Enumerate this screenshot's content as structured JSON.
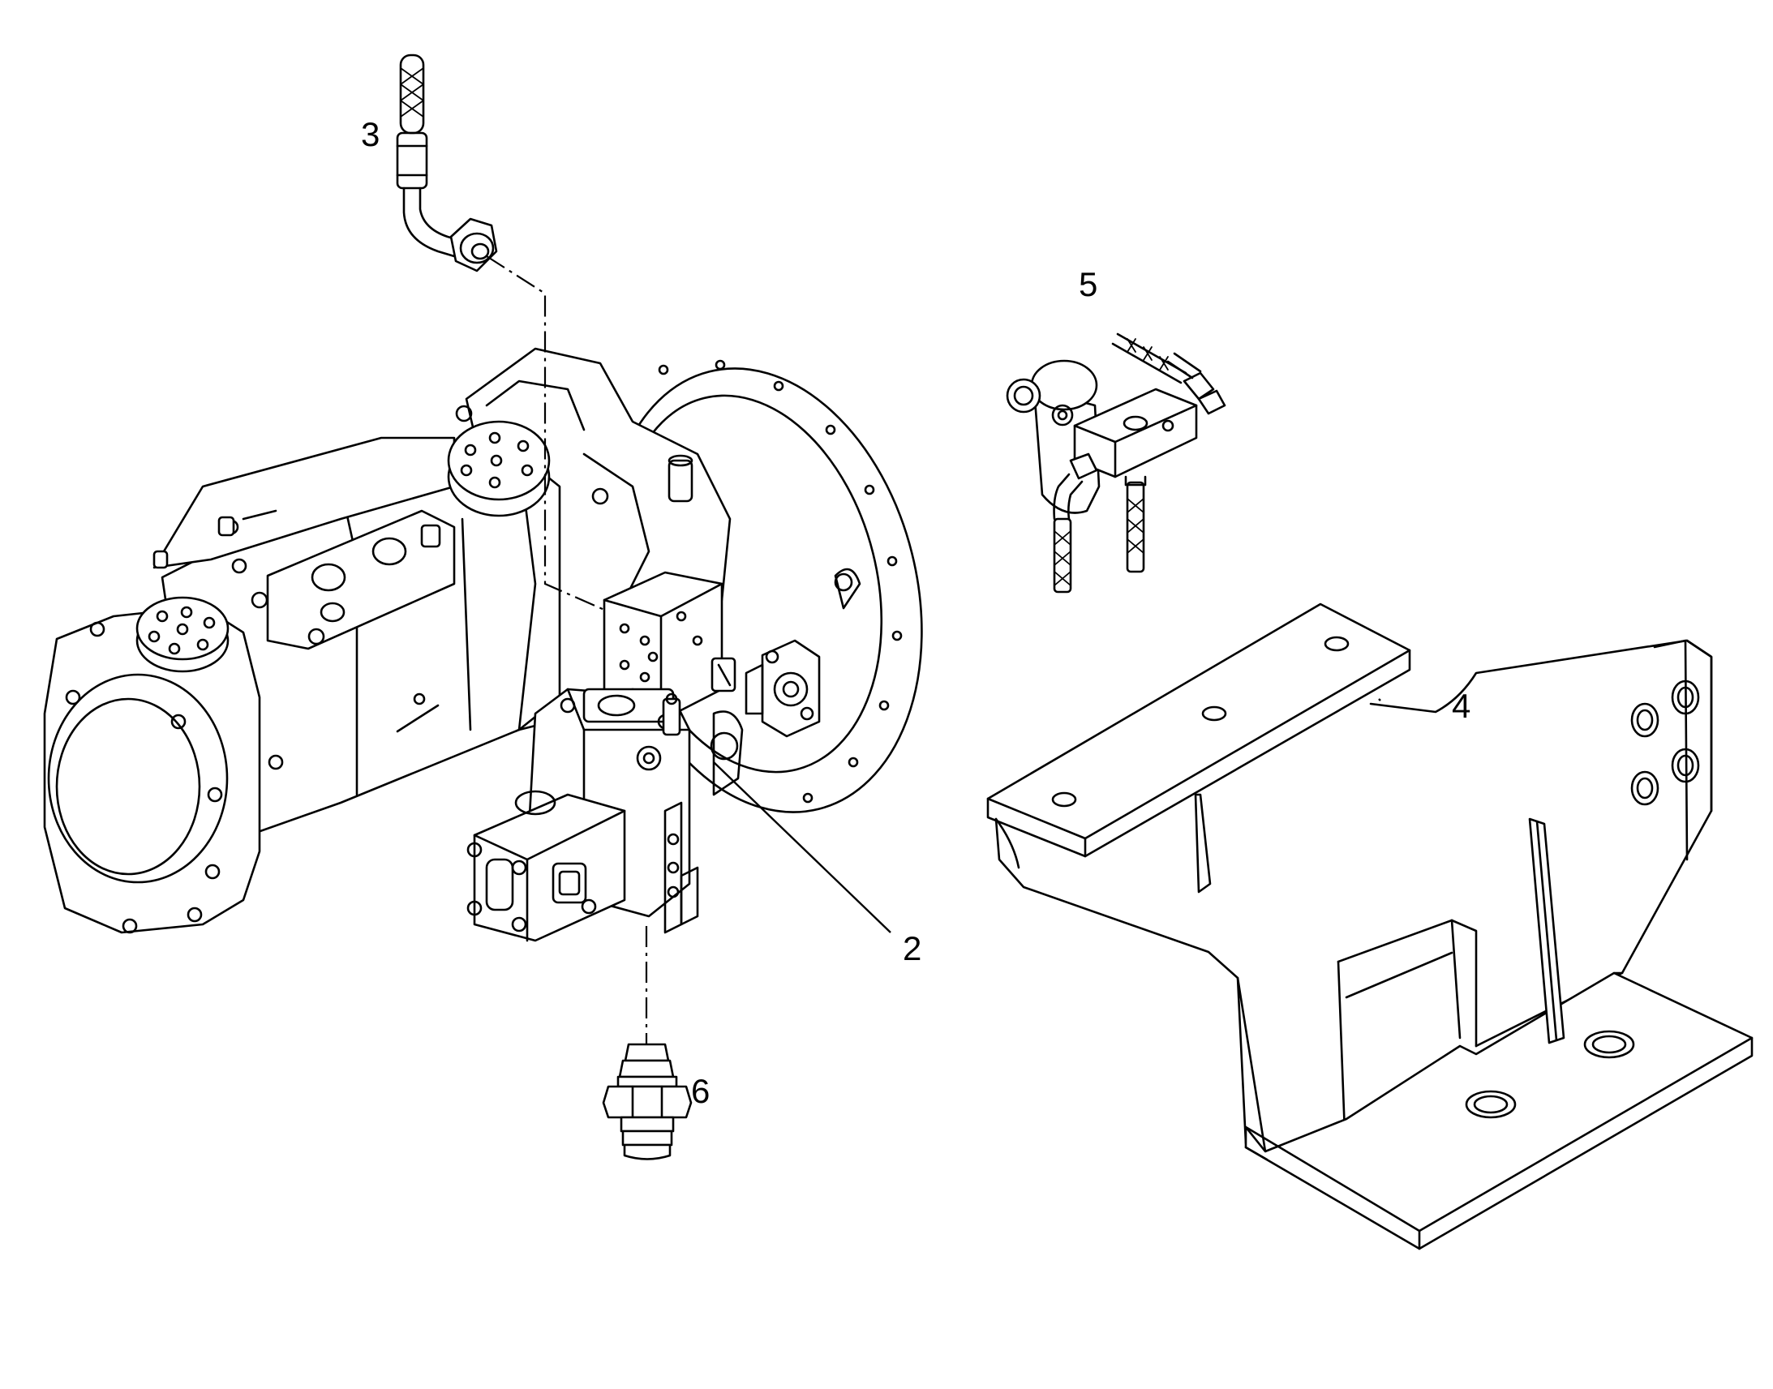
{
  "callouts": {
    "item_2": "2",
    "item_3": "3",
    "item_4": "4",
    "item_5": "5",
    "item_6": "6"
  },
  "colors": {
    "line": "#000000",
    "background": "#ffffff"
  }
}
